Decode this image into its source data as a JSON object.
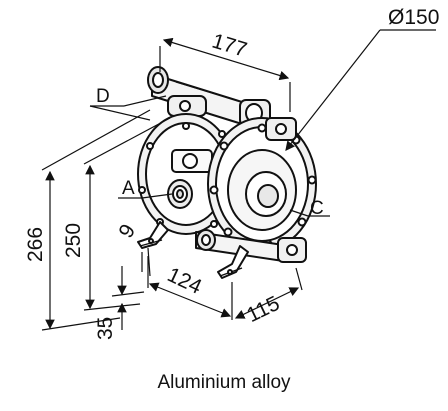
{
  "dimensions": {
    "width_top": "177",
    "diameter": "Ø150",
    "height_total": "266",
    "height_outlet": "250",
    "foot_spacing_front": "124",
    "foot_spacing_side": "115",
    "base_height": "35",
    "bolt_hole": "9"
  },
  "ports": {
    "a": "A",
    "c": "C",
    "d": "D"
  },
  "caption": "Aluminium alloy",
  "colors": {
    "line": "#111111",
    "body_fill": "#eeeeee",
    "background": "#ffffff"
  }
}
